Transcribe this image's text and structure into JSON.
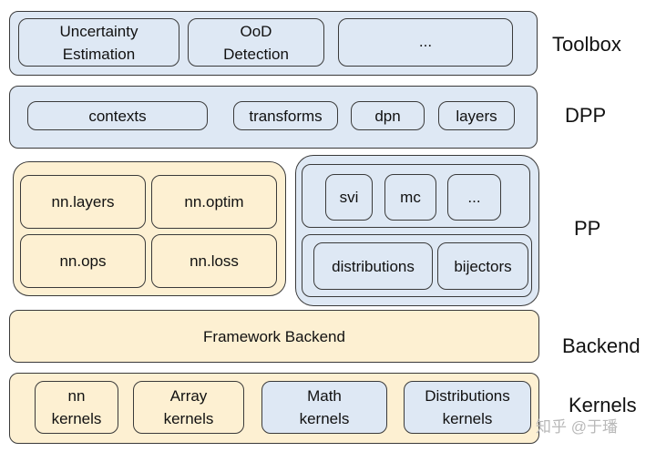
{
  "layers": {
    "toolbox": {
      "label": "Toolbox",
      "items": [
        "Uncertainty\nEstimation",
        "OoD\nDetection",
        "..."
      ]
    },
    "dpp": {
      "label": "DPP",
      "items": [
        "contexts",
        "transforms",
        "dpn",
        "layers"
      ]
    },
    "pp": {
      "label": "PP",
      "nn_items": [
        "nn.layers",
        "nn.optim",
        "nn.ops",
        "nn.loss"
      ],
      "inference_items": [
        "svi",
        "mc",
        "..."
      ],
      "distribution_items": [
        "distributions",
        "bijectors"
      ]
    },
    "backend": {
      "label": "Backend",
      "item": "Framework Backend"
    },
    "kernels": {
      "label": "Kernels",
      "items": [
        "nn\nkernels",
        "Array\nkernels",
        "Math\nkernels",
        "Distributions\nkernels"
      ]
    }
  },
  "watermark": "知乎 @于璠",
  "colors": {
    "blue_fill": "#dee8f4",
    "cream_fill": "#fdf0d2",
    "border": "#3a3a3a"
  }
}
